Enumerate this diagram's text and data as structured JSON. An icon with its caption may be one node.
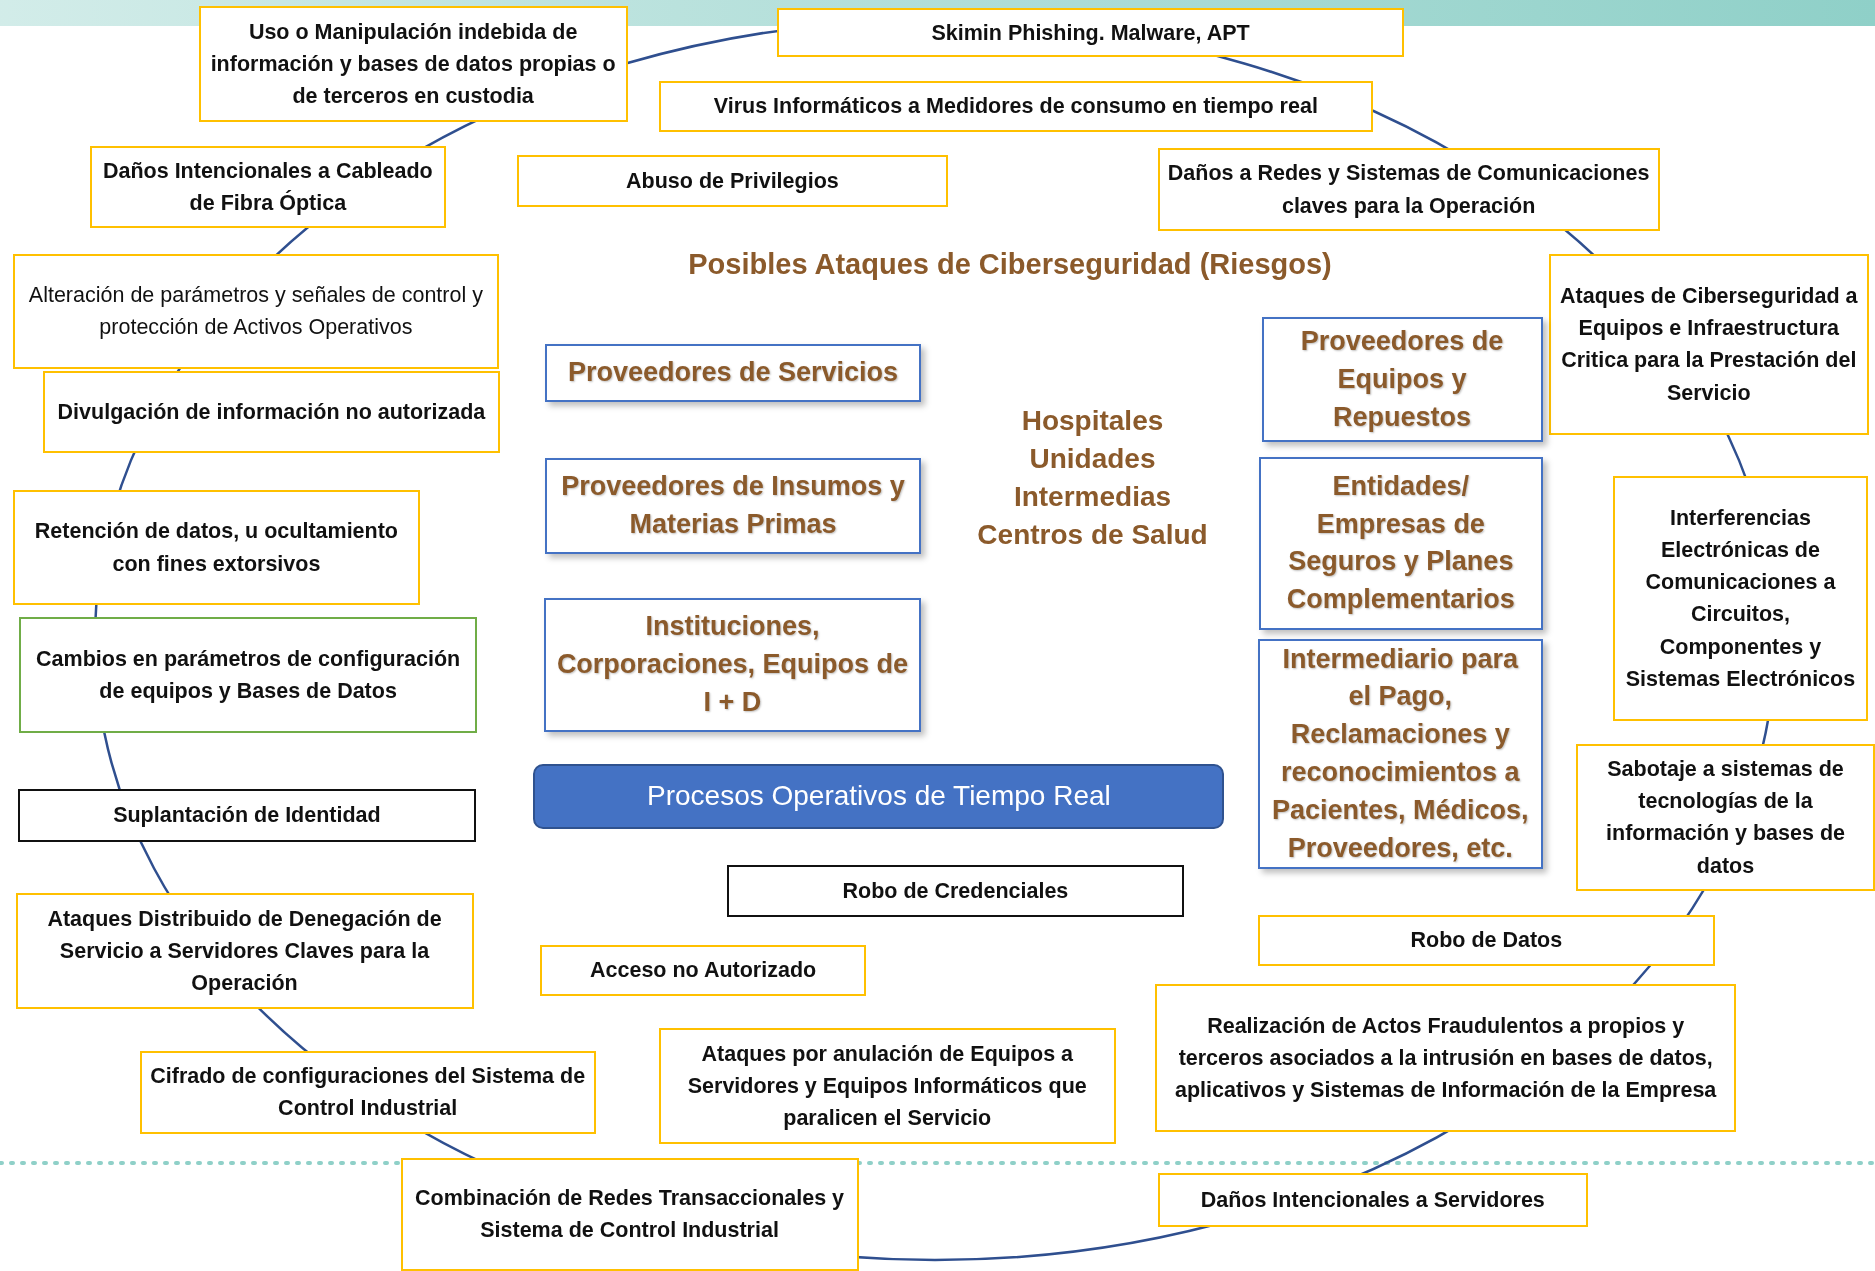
{
  "diagram": {
    "title": "Posibles Ataques de Ciberseguridad (Riesgos)",
    "nodes": [
      {
        "text": [
          "Uso o Manipulación indebida de información y bases de datos propias o de terceros en custodia"
        ]
      },
      {
        "text": [
          "Skimin Phishing. Malware, APT"
        ]
      },
      {
        "text": [
          "Virus Informáticos a Medidores de consumo en tiempo real"
        ]
      },
      {
        "text": [
          "Daños Intencionales a Cableado de Fibra Óptica"
        ]
      },
      {
        "text": [
          "Abuso de Privilegios"
        ]
      },
      {
        "text": [
          "Daños a Redes y Sistemas de Comunicaciones claves para la Operación"
        ]
      },
      {
        "text": [
          "Alteración de parámetros y señales de control y protección de Activos Operativos"
        ]
      },
      {
        "text": [
          "Ataques de Ciberseguridad a Equipos e Infraestructura Critica para la Prestación del Servicio"
        ]
      },
      {
        "text": [
          "Proveedores de Servicios"
        ]
      },
      {
        "text": [
          "Proveedores de Equipos y Repuestos"
        ]
      },
      {
        "text": [
          "Divulgación de información no autorizada"
        ]
      },
      {
        "text": [
          "Proveedores de Insumos y Materias Primas"
        ]
      },
      {
        "text": [
          "Entidades/ Empresas de Seguros y Planes Complementarios"
        ]
      },
      {
        "text": [
          "Interferencias Electrónicas de Comunicaciones a Circuitos, Componentes y Sistemas Electrónicos"
        ]
      },
      {
        "text": [
          "Retención de datos, u ocultamiento con fines extorsivos"
        ]
      },
      {
        "text": [
          "Instituciones, Corporaciones, Equipos de I + D"
        ]
      },
      {
        "text": [
          "Cambios en parámetros de configuración de equipos y Bases de Datos"
        ]
      },
      {
        "text": [
          "Intermediario para el Pago, Reclamaciones y reconocimientos a Pacientes, Médicos, Proveedores, etc."
        ]
      },
      {
        "text": [
          "Sabotaje a sistemas de tecnologías de la información y bases de datos"
        ]
      },
      {
        "text": [
          "Procesos Operativos de Tiempo Real"
        ]
      },
      {
        "text": [
          "Suplantación de Identidad"
        ]
      },
      {
        "text": [
          "Robo de Credenciales"
        ]
      },
      {
        "text": [
          "Ataques Distribuido de Denegación de Servicio a Servidores Claves para la Operación"
        ]
      },
      {
        "text": [
          "Robo de Datos"
        ]
      },
      {
        "text": [
          "Acceso no Autorizado"
        ]
      },
      {
        "text": [
          "Realización de Actos Fraudulentos a propios y terceros asociados a la intrusión en bases de datos, aplicativos y Sistemas de Información de la Empresa"
        ]
      },
      {
        "text": [
          "Ataques por anulación de Equipos a Servidores y Equipos Informáticos que paralicen el Servicio"
        ]
      },
      {
        "text": [
          "Cifrado de configuraciones del Sistema de Control Industrial"
        ]
      },
      {
        "text": [
          "Combinación de Redes Transaccionales y Sistema de Control Industrial"
        ]
      },
      {
        "text": [
          "Daños Intencionales a Servidores"
        ]
      }
    ],
    "labels": [
      "Hospitales Unidades Intermedias Centros de Salud"
    ]
  }
}
